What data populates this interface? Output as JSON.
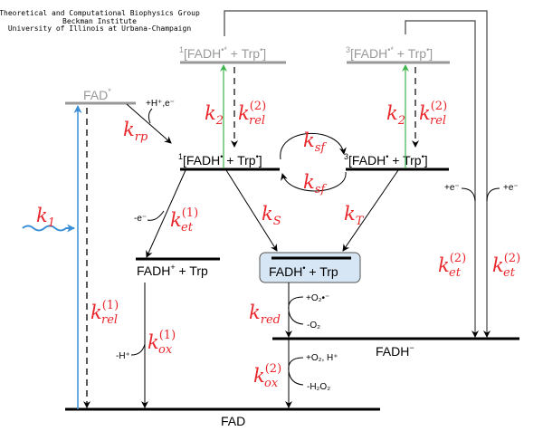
{
  "credits": [
    "Theoretical and Computational Biophysics Group",
    "Beckman Institute",
    "University of Illinois at Urbana-Champaign"
  ],
  "states": {
    "singlet_excited": {
      "pre": "1",
      "main": "[FADH",
      "sup": "•*",
      "mid": " + Trp",
      "sup2": "•",
      "end": "]"
    },
    "triplet_excited": {
      "pre": "3",
      "main": "[FADH",
      "sup": "•*",
      "mid": " + Trp",
      "sup2": "•",
      "end": "]"
    },
    "fad_excited": {
      "main": "FAD",
      "sup": "*"
    },
    "singlet_pair": {
      "pre": "1",
      "main": "[FADH",
      "sup": "•",
      "mid": " + Trp",
      "sup2": "•",
      "end": "]"
    },
    "triplet_pair": {
      "pre": "3",
      "main": "[FADH",
      "sup": "•",
      "mid": " + Trp",
      "sup2": "•",
      "end": "]"
    },
    "fadh_plus": {
      "main": "FADH",
      "sup": "+",
      "mid": " + Trp"
    },
    "fadh_radical": {
      "main": "FADH",
      "sup": "•",
      "mid": " + Trp"
    },
    "fadh_minus": {
      "main": "FADH",
      "sup": "−"
    },
    "fad": {
      "main": "FAD"
    }
  },
  "rates": {
    "k1": {
      "base": "k",
      "sub": "1"
    },
    "krp": {
      "base": "k",
      "sub": "rp"
    },
    "k2_singlet": {
      "base": "k",
      "sub": "2"
    },
    "krel2_singlet": {
      "base": "k",
      "sub": "rel",
      "sup": "(2)"
    },
    "k2_triplet": {
      "base": "k",
      "sub": "2"
    },
    "krel2_triplet": {
      "base": "k",
      "sub": "rel",
      "sup": "(2)"
    },
    "ksf_forward": {
      "base": "k",
      "sub": "sf"
    },
    "ksf_back": {
      "base": "k",
      "sub": "sf"
    },
    "ket1": {
      "base": "k",
      "sub": "et",
      "sup": "(1)"
    },
    "kS": {
      "base": "k",
      "sub": "S"
    },
    "kT": {
      "base": "k",
      "sub": "T"
    },
    "krel1": {
      "base": "k",
      "sub": "rel",
      "sup": "(1)"
    },
    "kox1": {
      "base": "k",
      "sub": "ox",
      "sup": "(1)"
    },
    "kred": {
      "base": "k",
      "sub": "red"
    },
    "kox2": {
      "base": "k",
      "sub": "ox",
      "sup": "(2)"
    },
    "ket2_a": {
      "base": "k",
      "sub": "et",
      "sup": "(2)"
    },
    "ket2_b": {
      "base": "k",
      "sub": "et",
      "sup": "(2)"
    }
  },
  "annotations": {
    "h_e": "+H⁺,e⁻",
    "minus_e": "-e⁻",
    "minus_h": "-H⁺",
    "plus_o2_radical": "+O₂•⁻",
    "minus_o2": "-O₂",
    "plus_o2_h": "+O₂, H⁺",
    "minus_h2o2": "-H₂O₂",
    "plus_e_a": "+e⁻",
    "plus_e_b": "+e⁻"
  },
  "colors": {
    "rate": "#e8262b",
    "excitation": "#3a8fd6",
    "green": "#3cb44a",
    "box": "#d6e6f4",
    "gray_level": "#999999"
  }
}
